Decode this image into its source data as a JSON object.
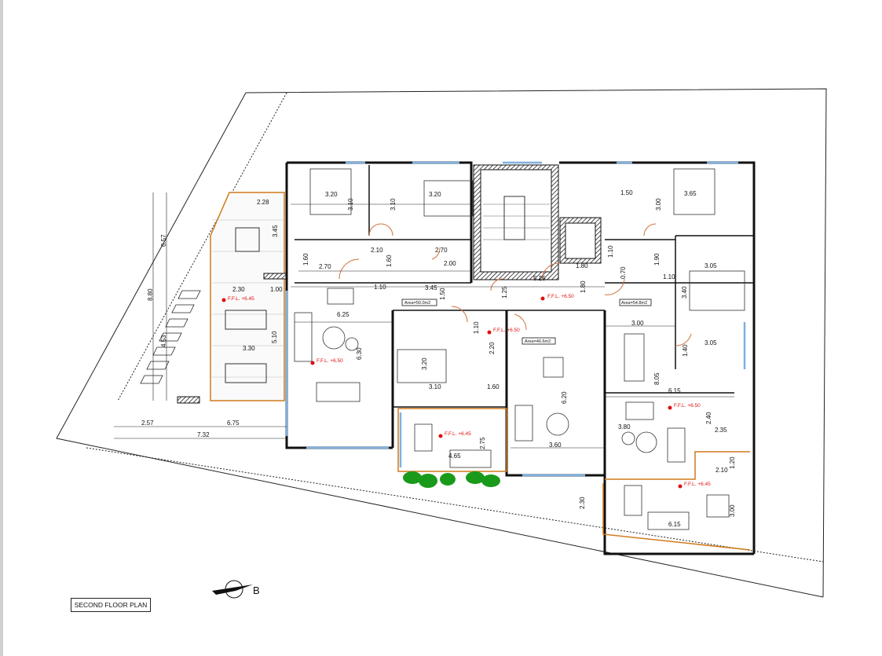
{
  "title": "SECOND FLOOR PLAN",
  "north_arrow_letter": "B",
  "colors": {
    "wall": "#111111",
    "window": "#7fb0e0",
    "door": "#d0703a",
    "terrace": "#d07a1a",
    "ffl": "#e01010",
    "plant": "#1a9a1a"
  },
  "dimensions": [
    "3.20",
    "3.10",
    "3.20",
    "3.10",
    "2.10",
    "1.60",
    "2.70",
    "1.60",
    "2.70",
    "2.00",
    "1.10",
    "3.45",
    "5.25",
    "1.80",
    "1.80",
    "1.25",
    "1.50",
    "1.50",
    "3.00",
    "3.65",
    "1.10",
    "1.90",
    "1.10",
    "3.05",
    "3.40",
    "3.00",
    "3.05",
    "1.40",
    "8.05",
    "6.15",
    "2.40",
    "2.35",
    "3.80",
    "6.25",
    "6.30",
    "5.10",
    "2.30",
    "1.00",
    "3.30",
    "2.28",
    "3.45",
    "1.10",
    "3.20",
    "3.10",
    "2.20",
    "1.60",
    "6.20",
    "3.60",
    "2.75",
    "4.65",
    "2.30",
    "2.10",
    "1.20",
    "3.00",
    "6.15",
    "8.80",
    "6.57",
    "4.53",
    "2.57",
    "6.75",
    "7.32",
    "0.70"
  ],
  "levels": [
    "F.F.L. +6.45",
    "F.F.L. +6.50",
    "F.F.L. +6.50",
    "F.F.L. +6.50",
    "F.F.L. +6.50",
    "F.F.L. +6.45",
    "F.F.L. +6.45"
  ],
  "areas": [
    "Area=50.0m2",
    "Area=40.6m2",
    "Area=54.8m2"
  ]
}
